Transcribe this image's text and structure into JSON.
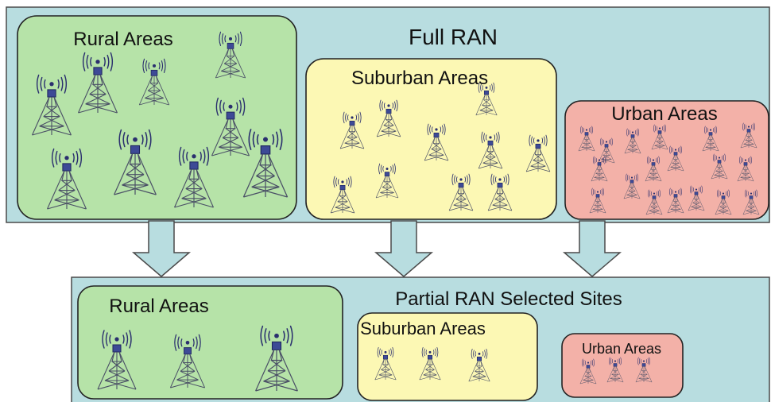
{
  "full_ran": {
    "title": "Full RAN",
    "panel_color": "#b8dde0",
    "rural": {
      "label": "Rural Areas",
      "color": "#b6e3a8"
    },
    "suburban": {
      "label": "Suburban Areas",
      "color": "#fcf8b4"
    },
    "urban": {
      "label": "Urban Areas",
      "color": "#f3b1a8"
    }
  },
  "partial_ran": {
    "title": "Partial RAN Selected Sites",
    "panel_color": "#b8dde0",
    "rural": {
      "label": "Rural Areas",
      "color": "#b6e3a8"
    },
    "suburban": {
      "label": "Suburban Areas",
      "color": "#fcf8b4"
    },
    "urban": {
      "label": "Urban Areas",
      "color": "#f3b1a8"
    }
  },
  "arrows": {
    "color": "#b8dde0",
    "count": 3
  },
  "icon": "cell-tower-icon"
}
